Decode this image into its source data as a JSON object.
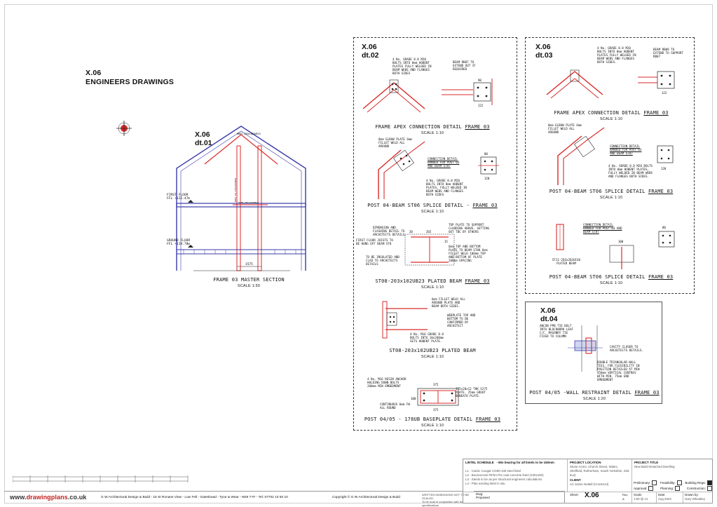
{
  "sheet": {
    "code": "X.06",
    "title": "ENGINEERS DRAWINGS"
  },
  "details": {
    "dt01": {
      "code": "X.06",
      "id": "dt.01",
      "caption": "FRAME 03 MASTER SECTION",
      "scale": "SCALE 1:50",
      "labels": {
        "first_floor": "FIRST FLOOR",
        "first_floor_ffl": "FFL +122.47m",
        "ground_floor": "GROUND FLOOR",
        "ground_floor_ffl": "FFL +119.78m",
        "width": "1575",
        "rafter": "RB07-203x102UB23",
        "beam": "ST08-203x102UB23",
        "post": "POST 04-178x102UB19"
      }
    },
    "dt02": {
      "code": "X.06",
      "id": "dt.02",
      "apex_caption": "FRAME APEX CONNECTION DETAIL",
      "apex_link": "FRAME 03",
      "apex_scale": "SCALE 1:10",
      "apex_note1": "4 No. GRADE 8.8 M20 BOLTS INTO 8mm HOBENT PLATES FULLY WELDED IN BEAM WEBS AND FLANGES BOTH SIDES",
      "apex_note2": "BEAM RB07 TO EXTEND OUT IF REQUIRED",
      "splice_caption": "POST 04-BEAM ST06 SPLICE DETAIL",
      "splice_sep": " - ",
      "splice_link": "FRAME 03",
      "splice_scale": "SCALE 1:10",
      "splice_note1": "8mm ELBOW PLATE 6mm FILLET WELD ALL AROUND",
      "splice_note2": "CONNECTION DETAIL HANDED FOR POST-05 AND BEAM ST07",
      "splice_note3": "4 No. GRADE 8.8 M20 BOLTS INTO 8mm HOBENT PLATES, FULLY WELDED IN BEAM WEBS AND FLANGES BOTH SIDES",
      "plated_caption": "ST08-203x102UB23 PLATED BEAM",
      "plated_link": "FRAME 03",
      "plated_scale": "SCALE 1:10",
      "plated_note1": "DIMENSION AND FLASHING DETAIL TO ARCHITECTS DETAILS.",
      "plated_note2": "FIRST FLOOR JOISTS TO BE HUNG OFF BEAM ST8",
      "plated_note3": "TO BE INSULATED AND CLAD TO ARCHITECTS DETAILS",
      "plated_note4": "TOP PLATE TO SUPPORT CLADDING ABOVE. SETTING OUT TBC BY OTHERS",
      "plated_note5": "6mm TOP AND BOTTOM PLATE TO BEAM ST08 6mm FILLET WELD 100mm TOP AND BOTTOM OF PLATE 200mm SPACING",
      "plated2_caption": "ST08-203x102UB23 PLATED BEAM",
      "plated2_scale": "SCALE 1:10",
      "plated2_note1": "6mm FILLET WELD ALL AROUND PLATE AND BEAM BOTH SIDES.",
      "plated2_note2": "WEBPLATE TOP AND BOTTOM TO BE CONFIRMED BY ARCHITECT",
      "plated2_note3": "4 No. M16 GRADE 8.8 BOLTS INTO 10x200mm SETS HOBENT PLATE.",
      "base_caption": "POST 04/05 - 178UB BASEPLATE DETAIL",
      "base_link": "FRAME 03",
      "base_scale": "SCALE 1:10",
      "base_note1": "4 No. M16 RESIN ANCHOR HOLDING DOWN BOLTS 200mm MIN EMBEDMENT",
      "base_note2": "375x20x12 THK S275 PLATE. 25mm GROUT BENEATH PLATE.",
      "base_note3": "CONTINUOUS 6mm FW ALL ROUND",
      "dims": {
        "d265": "265",
        "d20": "20",
        "d15": "15",
        "d375": "375",
        "d100": "100",
        "d122": "122",
        "d120": "120",
        "d90": "90",
        "d80": "80"
      }
    },
    "dt03": {
      "code": "X.06",
      "id": "dt.03",
      "apex_caption": "FRAME APEX CONNECTION DETAIL",
      "apex_link": "FRAME 03",
      "apex_scale": "SCALE 1:10",
      "apex_note1": "4 No. GRADE 8.8 M20 BOLTS INTO 8mm HOBENT PLATES FULLY WELDED IN BEAM WEBS AND FLANGES BOTH SIDES.",
      "apex_note2": "BEAM RB09 TO EXTEND TO SUPPORT RB07",
      "splice_caption": "POST 04-BEAM ST06 SPLICE DETAIL",
      "splice_link": "FRAME 03",
      "splice_scale": "SCALE 1:10",
      "splice_note1": "8mm ELBOW PLATE 6mm FILLET WELD ALL AROUND",
      "splice_note2": "CONNECTION DETAIL HANDED FOR POST-03 AND BEAM ST07",
      "splice_note3": "4 No. GRADE 8.8 M20 BOLTS INTO 8mm HOBENT PLATES, FULLY WELDED IN BEAM WEBS AND FLANGES BOTH SIDES.",
      "splice2_caption": "POST 04-BEAM ST06 SPLICE DETAIL",
      "splice2_link": "FRAME 03",
      "splice2_scale": "SCALE 1:10",
      "splice2_note1": "CONNECTION DETAIL HANDED FOR POST-03 AND BEAM ST07",
      "splice2_label": "ST11-203x203UC46 PLATED BEAM",
      "dims": {
        "d122": "122",
        "d120": "120",
        "d100": "100",
        "d80": "80"
      }
    },
    "dt04": {
      "code": "X.06",
      "id": "dt.04",
      "caption": "POST 04/05 -WALL RESTRAINT DETAIL",
      "link": "FRAME 03",
      "scale": "SCALE 1:20",
      "note1": "ANCON PPB TIE BOLT INTO BLOCKWORK LEAF C/C. MASONRY TIE FIXED TO COLUMN",
      "note2": "CAVITY CLOSER TO ARCHITECTS DETAILS.",
      "note3": "DOUBLE TRIANGULAR WALL TIES, FOR FLEXIBILITY IN POSITION DETAILED AT MIN 450mm VERTICAL CENTRES WITH MIN. 75mm END EMBEDMENT"
    }
  },
  "lintel": {
    "heading": "LINTEL SCHEDULE",
    "min_bearing": "- Min bearing for all lintels to be 150mm",
    "items": [
      "L1 - Catnic Cougar CG90-100 steel lintel",
      "L2 - Bournecrete RF5A Pre cast concrete lintel (100x150)",
      "L3 - Steels to be as per structural engineers calculations",
      "L4 - Plan existing lintel in situ"
    ]
  },
  "project": {
    "location_label": "PROJECT LOCATION",
    "location": "Stone Acres, Church Street, Wales, Sheffield, Rotherham, South Yorkshire, S26 5LQ",
    "client_label": "CLIENT",
    "client": "c/o Jamie Nuttall (Construct)",
    "title_label": "PROJECT TITLE",
    "title": "New Build Detached Dwelling"
  },
  "approvals": {
    "preliminary": "Preliminary:",
    "feasibility": "Feasibility:",
    "building_regs": "Building Regs:",
    "approval": "Approval:",
    "planning": "Planning:",
    "construction": "Construction:"
  },
  "footer": {
    "brand_prefix": "www.",
    "brand_main": "drawingplans",
    "brand_suffix": ".co.uk",
    "company": "G W Architectural Design & Build - 15 St Ronans View - Low Fell - Gateshead - Tyne & Wear - NE9 7YF - Tel: 07702 10 50 10",
    "copyright": "Copyright © G W Architectural Design & Build",
    "disclaimer1": "WRITTEN DIMENSIONS NOT TO BE SCALED.",
    "disclaimer2": "To be read in conjunction with full specifications",
    "dwg_label": "Dwg:",
    "dwg_value": "Proposed",
    "sheet_label": "Sheet:",
    "sheet_value": "X.06",
    "rev_label": "Rev:",
    "rev_value": "A",
    "scale_label": "Scale:",
    "scale_value": "1:50 @ A1",
    "date_label": "Date:",
    "date_value": "Aug 2023",
    "drawn_label": "Drawn by:",
    "drawn_value": "Gary Wheatley"
  },
  "colors": {
    "steel": "#d92b2b",
    "blue": "#3a3aa8",
    "ink": "#111111"
  }
}
